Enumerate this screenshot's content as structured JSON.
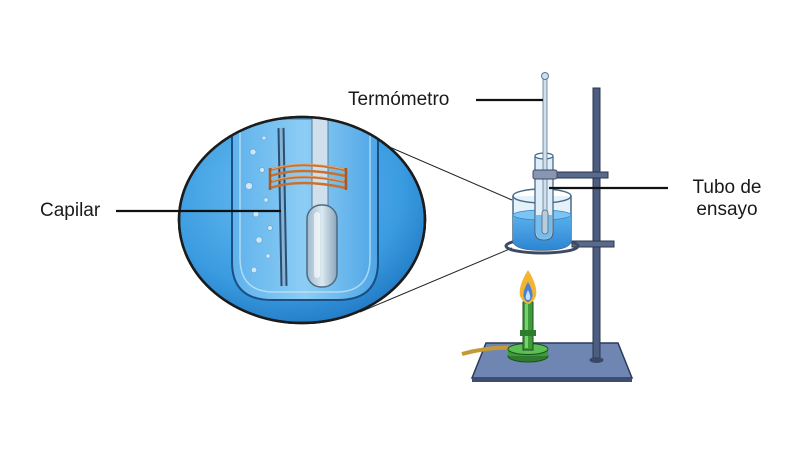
{
  "labels": {
    "thermometer": "Termómetro",
    "capillary": "Capilar",
    "test_tube_line1": "Tubo de",
    "test_tube_line2": "ensayo"
  },
  "colors": {
    "water": "#3a9be0",
    "water_dark": "#1f6fb8",
    "glass": "#dfeef8",
    "burner": "#3e9b3a",
    "flame_outer": "#f3b431",
    "flame_inner": "#4a7fd8",
    "stand": "#4c5d80",
    "base_plate": "#6f86b3",
    "copper_wire": "#c8702c",
    "hose": "#c59a36"
  }
}
